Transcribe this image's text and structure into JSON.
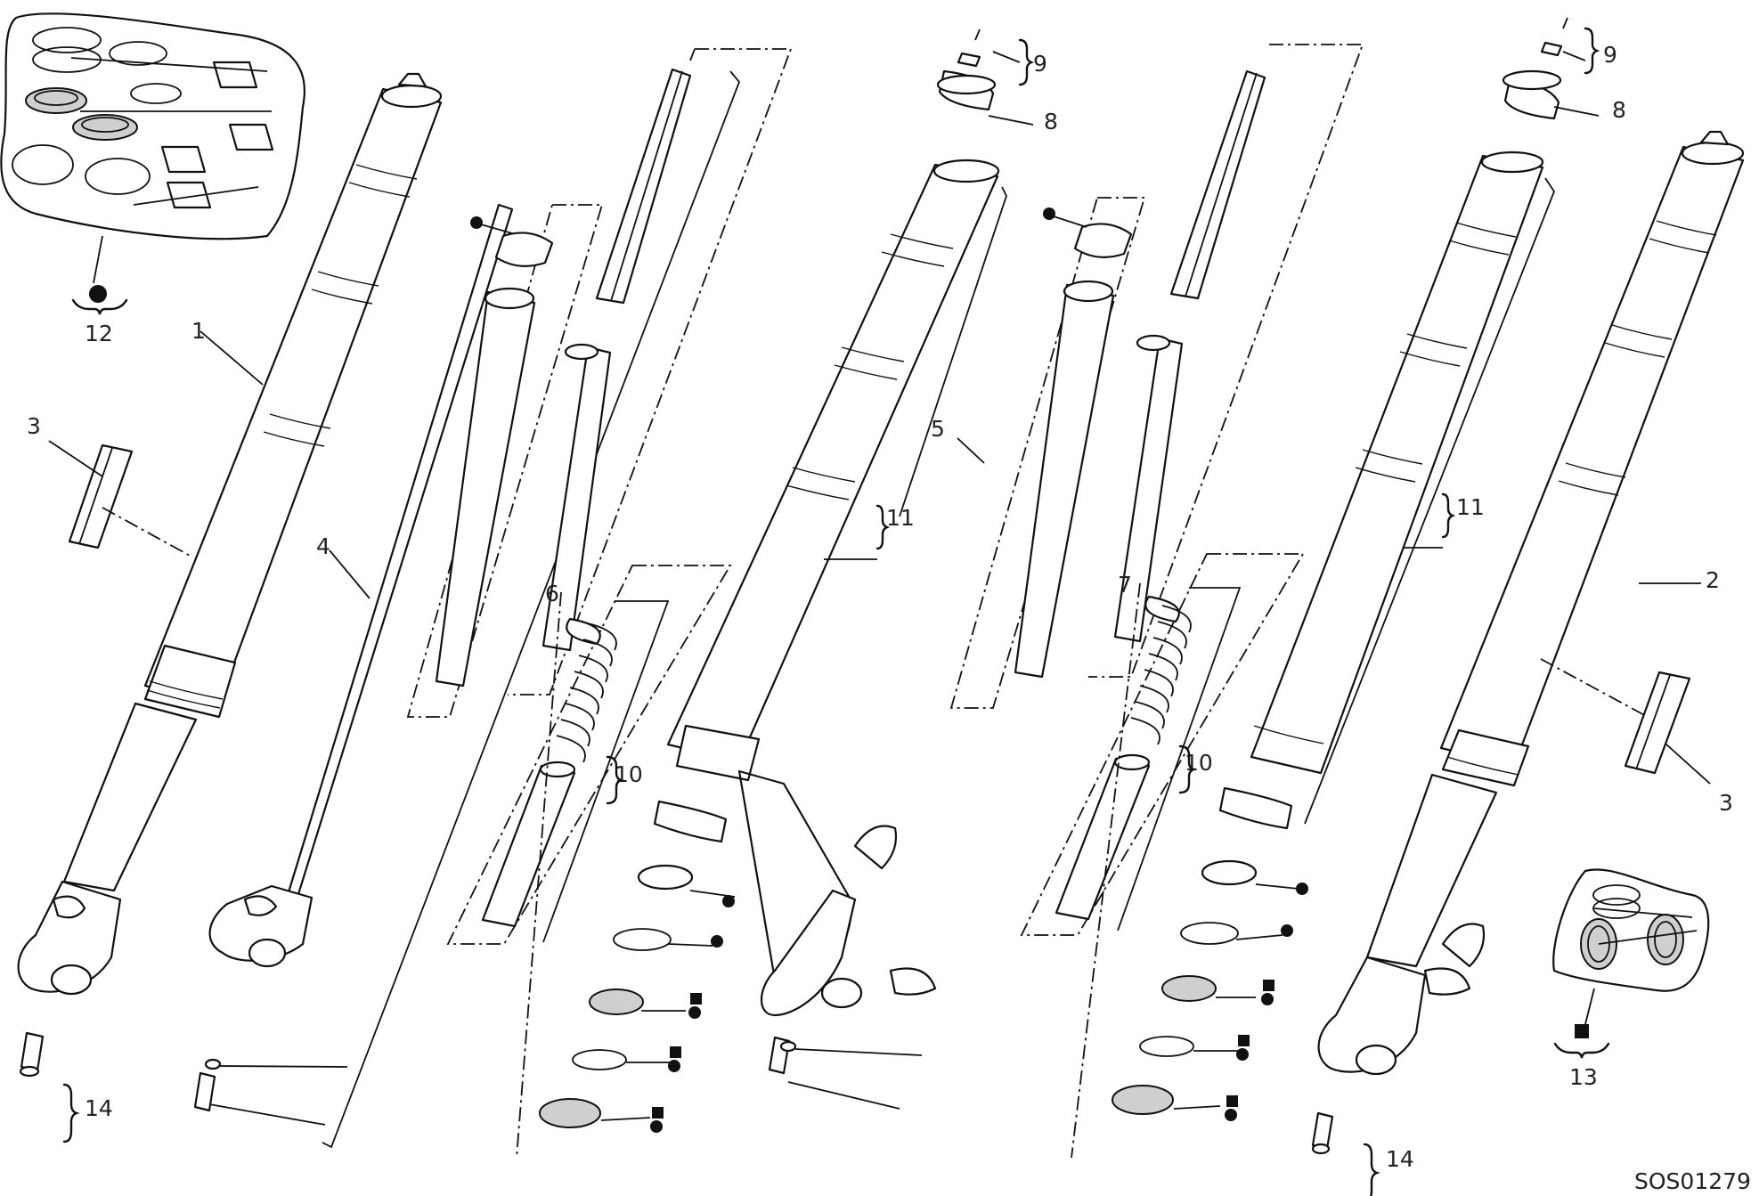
{
  "callouts": {
    "c1": "1",
    "c2": "2",
    "c3a": "3",
    "c3b": "3",
    "c4": "4",
    "c5": "5",
    "c6": "6",
    "c7": "7",
    "c8a": "8",
    "c8b": "8",
    "c9a": "9",
    "c9b": "9",
    "c10a": "10",
    "c10b": "10",
    "c11a": "11",
    "c11b": "11",
    "c12": "12",
    "c13": "13",
    "c14a": "14",
    "c14b": "14"
  },
  "diagram_code": "SOS01279",
  "colors": {
    "line": "#111111",
    "background": "#ffffff",
    "highlight": "#cfcfcf"
  }
}
